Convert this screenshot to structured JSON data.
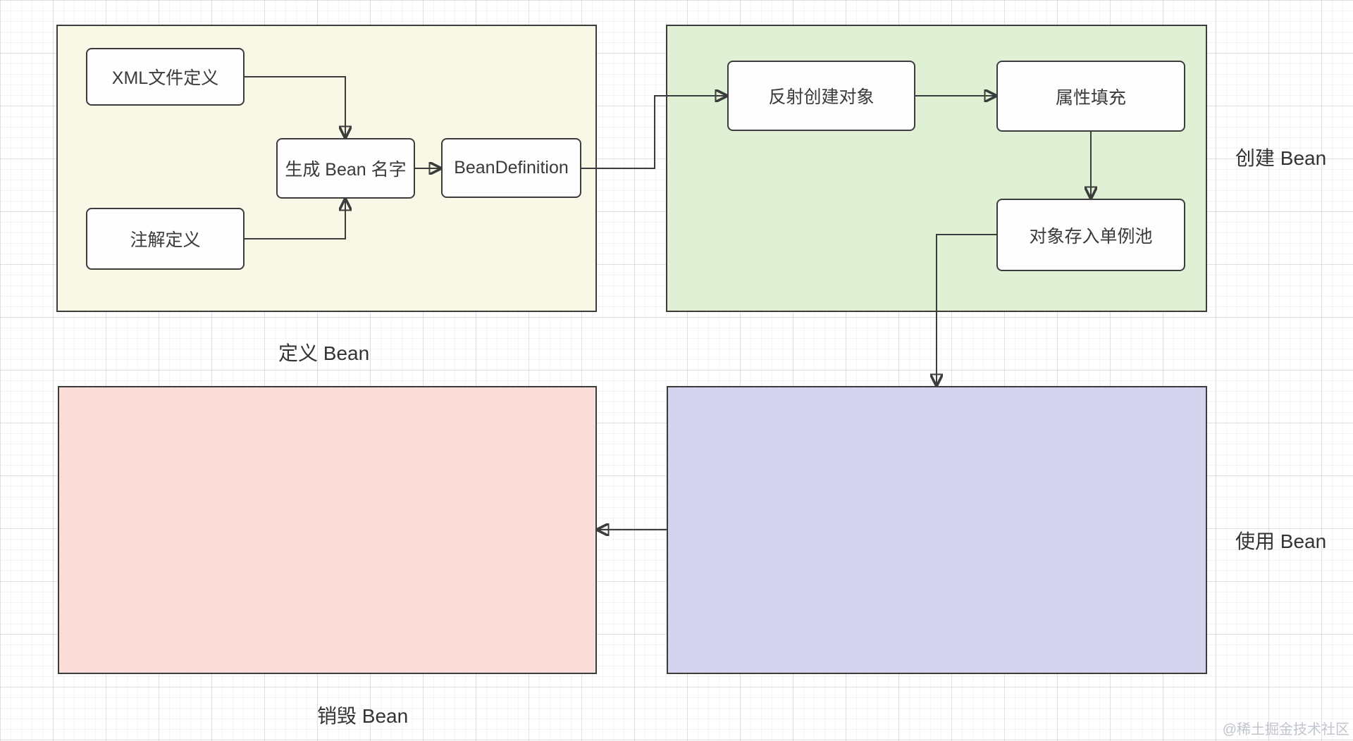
{
  "diagram": {
    "groups": {
      "define": {
        "label": "定义 Bean",
        "fill": "#f9f7e6"
      },
      "create": {
        "label": "创建 Bean",
        "fill": "#dff0d5"
      },
      "destroy": {
        "label": "销毁 Bean",
        "fill": "#fadcd9"
      },
      "use": {
        "label": "使用 Bean",
        "fill": "#d5d4ef"
      }
    },
    "nodes": {
      "xml_define": {
        "label": "XML文件定义"
      },
      "annotation_define": {
        "label": "注解定义"
      },
      "generate_bean_name": {
        "label": "生成 Bean 名字"
      },
      "bean_definition": {
        "label": "BeanDefinition"
      },
      "reflect_create_object": {
        "label": "反射创建对象"
      },
      "property_fill": {
        "label": "属性填充"
      },
      "store_singleton_pool": {
        "label": "对象存入单例池"
      }
    },
    "colors": {
      "connector": "#3c3c3c",
      "node_border": "#3c3c3c",
      "node_fill": "#fefefe",
      "text": "#3a3a3a",
      "watermark_text": "#c0c4cc"
    },
    "watermark": "@稀土掘金技术社区"
  }
}
